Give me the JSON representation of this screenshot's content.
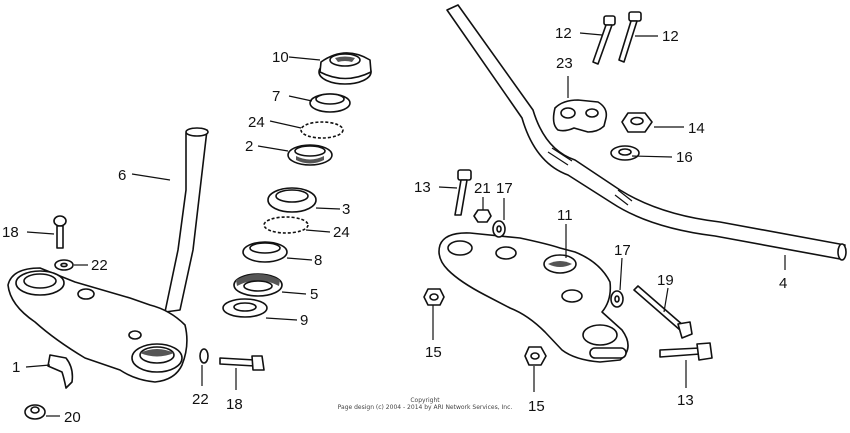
{
  "callouts": {
    "c1": "1",
    "c2": "2",
    "c3": "3",
    "c4": "4",
    "c5": "5",
    "c6": "6",
    "c7": "7",
    "c8": "8",
    "c9": "9",
    "c10": "10",
    "c11": "11",
    "c12a": "12",
    "c12b": "12",
    "c13a": "13",
    "c13b": "13",
    "c14": "14",
    "c15a": "15",
    "c15b": "15",
    "c16": "16",
    "c17a": "17",
    "c17b": "17",
    "c18a": "18",
    "c18b": "18",
    "c19": "19",
    "c20": "20",
    "c21": "21",
    "c22a": "22",
    "c22b": "22",
    "c23": "23",
    "c24a": "24",
    "c24b": "24"
  },
  "copyright": {
    "line1": "Copyright",
    "line2": "Page design (c) 2004 - 2014 by ARI Network Services, Inc."
  }
}
